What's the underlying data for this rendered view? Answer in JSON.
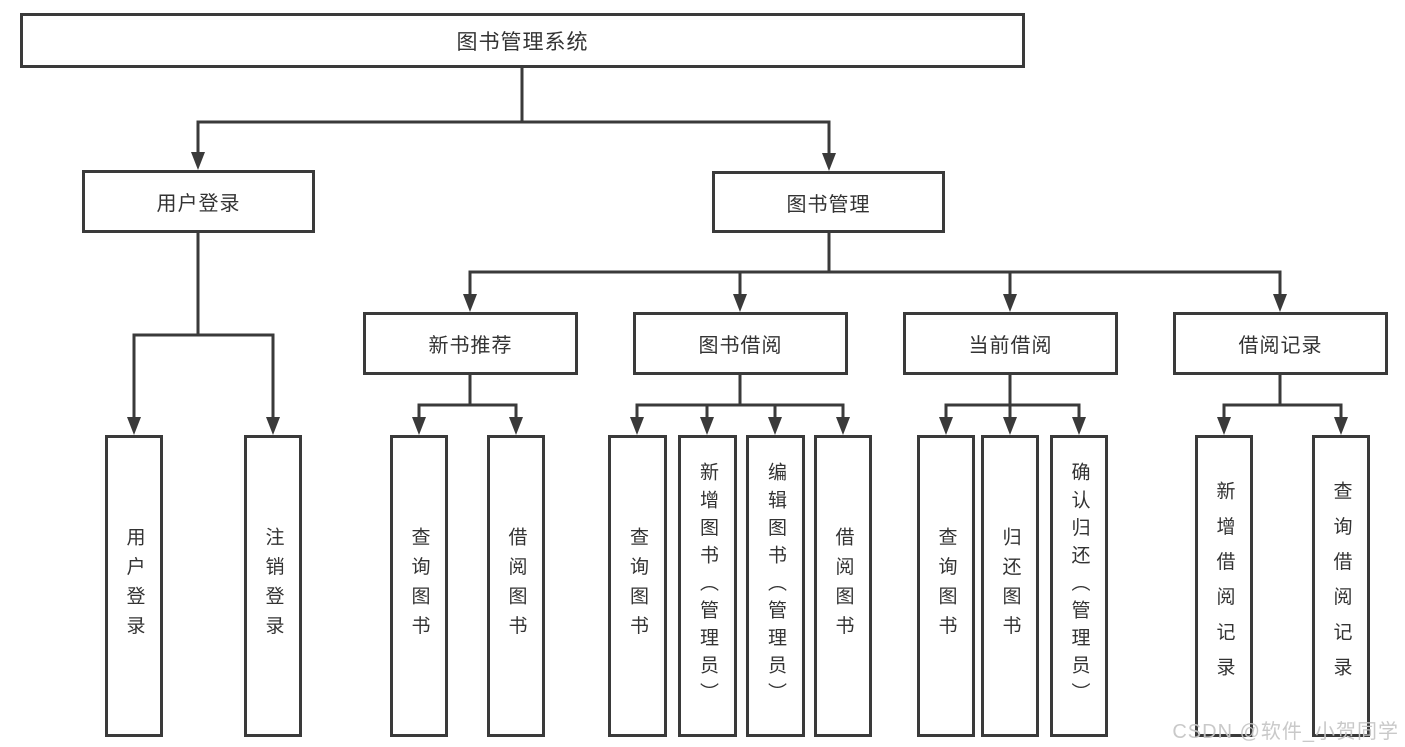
{
  "diagram": {
    "title": "图书管理系统",
    "nodes": {
      "root": {
        "label": "图书管理系统"
      },
      "user_login": {
        "label": "用户登录"
      },
      "book_mgmt": {
        "label": "图书管理"
      },
      "new_book_rec": {
        "label": "新书推荐"
      },
      "book_borrow": {
        "label": "图书借阅"
      },
      "current_borrow": {
        "label": "当前借阅"
      },
      "borrow_record": {
        "label": "借阅记录"
      },
      "leaf_user_login": {
        "label": "用户登录"
      },
      "leaf_logout": {
        "label": "注销登录"
      },
      "leaf_rec_query_book": {
        "label": "查询图书"
      },
      "leaf_rec_borrow_book": {
        "label": "借阅图书"
      },
      "leaf_bb_query_book": {
        "label": "查询图书"
      },
      "leaf_bb_add_book": {
        "label": "新增图书（管理员）"
      },
      "leaf_bb_edit_book": {
        "label": "编辑图书（管理员）"
      },
      "leaf_bb_borrow_book": {
        "label": "借阅图书"
      },
      "leaf_cb_query_book": {
        "label": "查询图书"
      },
      "leaf_cb_return_book": {
        "label": "归还图书"
      },
      "leaf_cb_confirm_return": {
        "label": "确认归还（管理员）"
      },
      "leaf_br_add_record": {
        "label": "新增借阅记录"
      },
      "leaf_br_query_record": {
        "label": "查询借阅记录"
      }
    },
    "hierarchy": {
      "图书管理系统": [
        "用户登录",
        "图书管理"
      ],
      "用户登录": [
        "用户登录",
        "注销登录"
      ],
      "图书管理": [
        "新书推荐",
        "图书借阅",
        "当前借阅",
        "借阅记录"
      ],
      "新书推荐": [
        "查询图书",
        "借阅图书"
      ],
      "图书借阅": [
        "查询图书",
        "新增图书（管理员）",
        "编辑图书（管理员）",
        "借阅图书"
      ],
      "当前借阅": [
        "查询图书",
        "归还图书",
        "确认归还（管理员）"
      ],
      "借阅记录": [
        "新增借阅记录",
        "查询借阅记录"
      ]
    },
    "watermark": "CSDN @软件_小贺同学",
    "colors": {
      "line": "#3a3a3a",
      "box_border": "#3a3a3a",
      "box_bg": "#ffffff",
      "text": "#333333",
      "watermark": "#c6c6c6"
    }
  }
}
